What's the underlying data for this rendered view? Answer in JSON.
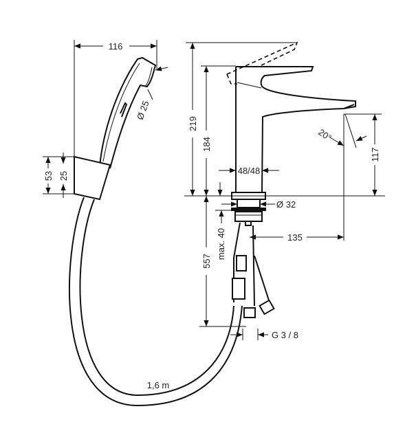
{
  "dimensions": {
    "handshower_length": "116",
    "handshower_diameter": "Ø 25",
    "holder_height": "53",
    "holder_inner": "25",
    "total_height": "219",
    "body_height": "184",
    "body_width": "48/48",
    "spout_height": "117",
    "spray_angle": "20°",
    "shank_diameter": "Ø 32",
    "max_thickness": "max. 40",
    "supply_length": "557",
    "spout_reach": "135",
    "thread": "G 3 / 8",
    "hose_length": "1,6 m"
  }
}
